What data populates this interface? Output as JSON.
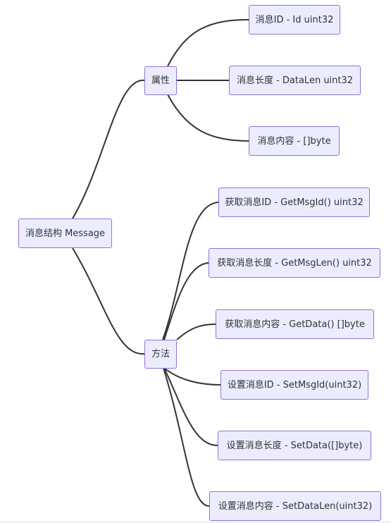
{
  "root": {
    "label": "消息结构 Message"
  },
  "branches": [
    {
      "label": "属性",
      "children": [
        "消息ID - Id uint32",
        "消息长度 - DataLen uint32",
        "消息内容 - []byte"
      ]
    },
    {
      "label": "方法",
      "children": [
        "获取消息ID - GetMsgId() uint32",
        "获取消息长度 - GetMsgLen() uint32",
        "获取消息内容 - GetData() []byte",
        "设置消息ID - SetMsgId(uint32)",
        "设置消息长度 - SetData([]byte)",
        "设置消息内容 - SetDataLen(uint32)"
      ]
    }
  ],
  "colors": {
    "node_fill": "#ececff",
    "node_border": "#9370db",
    "edge": "#333333",
    "text": "#333333"
  }
}
